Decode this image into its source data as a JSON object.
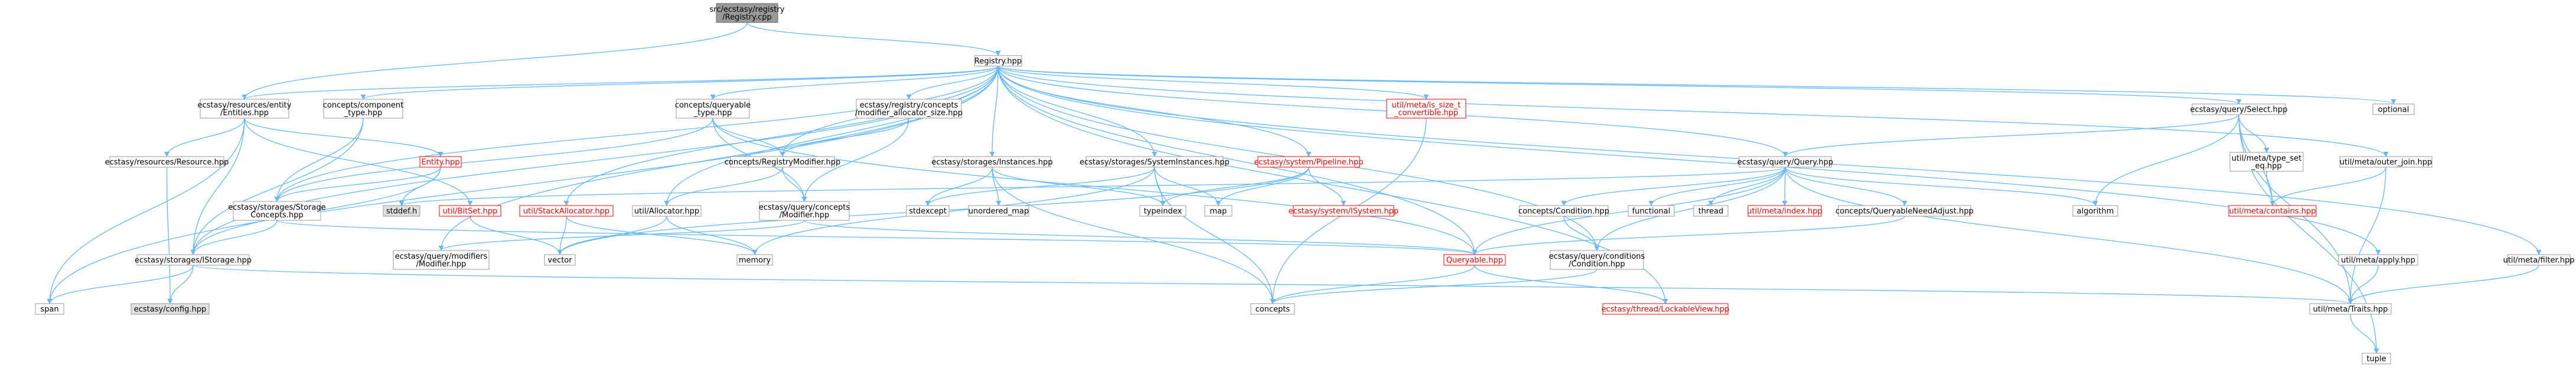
{
  "nodes": {
    "n_root": {
      "lines": [
        "src/ecstasy/registry",
        "/Registry.cpp"
      ],
      "style": "root"
    },
    "n_registry": {
      "lines": [
        "Registry.hpp"
      ],
      "style": "normal"
    },
    "n_entities": {
      "lines": [
        "ecstasy/resources/entity",
        "/Entities.hpp"
      ],
      "style": "normal"
    },
    "n_component": {
      "lines": [
        "concepts/component",
        "_type.hpp"
      ],
      "style": "normal"
    },
    "n_queryable_type": {
      "lines": [
        "concepts/queryable",
        "_type.hpp"
      ],
      "style": "normal"
    },
    "n_modalloc": {
      "lines": [
        "ecstasy/registry/concepts",
        "/modifier_allocator_size.hpp"
      ],
      "style": "normal"
    },
    "n_issize": {
      "lines": [
        "util/meta/is_size_t",
        "_convertible.hpp"
      ],
      "style": "red"
    },
    "n_select": {
      "lines": [
        "ecstasy/query/Select.hpp"
      ],
      "style": "normal"
    },
    "n_optional": {
      "lines": [
        "optional"
      ],
      "style": "normal"
    },
    "n_resource": {
      "lines": [
        "ecstasy/resources/Resource.hpp"
      ],
      "style": "normal"
    },
    "n_entity": {
      "lines": [
        "Entity.hpp"
      ],
      "style": "red"
    },
    "n_regmod": {
      "lines": [
        "concepts/RegistryModifier.hpp"
      ],
      "style": "normal"
    },
    "n_instances": {
      "lines": [
        "ecstasy/storages/Instances.hpp"
      ],
      "style": "normal"
    },
    "n_sysinst": {
      "lines": [
        "ecstasy/storages/SystemInstances.hpp"
      ],
      "style": "normal"
    },
    "n_pipeline": {
      "lines": [
        "ecstasy/system/Pipeline.hpp"
      ],
      "style": "red"
    },
    "n_query": {
      "lines": [
        "ecstasy/query/Query.hpp"
      ],
      "style": "normal"
    },
    "n_typeset": {
      "lines": [
        "util/meta/type_set",
        "_eq.hpp"
      ],
      "style": "normal"
    },
    "n_outerjoin": {
      "lines": [
        "util/meta/outer_join.hpp"
      ],
      "style": "normal"
    },
    "n_stddef": {
      "lines": [
        "stddef.h"
      ],
      "style": "gray"
    },
    "n_bitset": {
      "lines": [
        "util/BitSet.hpp"
      ],
      "style": "red"
    },
    "n_stackalloc": {
      "lines": [
        "util/StackAllocator.hpp"
      ],
      "style": "red"
    },
    "n_allocator": {
      "lines": [
        "util/Allocator.hpp"
      ],
      "style": "normal"
    },
    "n_stdexcept": {
      "lines": [
        "stdexcept"
      ],
      "style": "normal"
    },
    "n_unordered": {
      "lines": [
        "unordered_map"
      ],
      "style": "normal"
    },
    "n_typeindex": {
      "lines": [
        "typeindex"
      ],
      "style": "normal"
    },
    "n_map": {
      "lines": [
        "map"
      ],
      "style": "normal"
    },
    "n_isystem": {
      "lines": [
        "ecstasy/system/ISystem.hpp"
      ],
      "style": "red"
    },
    "n_condition": {
      "lines": [
        "concepts/Condition.hpp"
      ],
      "style": "normal"
    },
    "n_functional": {
      "lines": [
        "functional"
      ],
      "style": "normal"
    },
    "n_thread": {
      "lines": [
        "thread"
      ],
      "style": "normal"
    },
    "n_index": {
      "lines": [
        "util/meta/index.hpp"
      ],
      "style": "red"
    },
    "n_qnadjust": {
      "lines": [
        "concepts/QueryableNeedAdjust.hpp"
      ],
      "style": "normal"
    },
    "n_algorithm": {
      "lines": [
        "algorithm"
      ],
      "style": "normal"
    },
    "n_contains": {
      "lines": [
        "util/meta/contains.hpp"
      ],
      "style": "red"
    },
    "n_storageconcepts": {
      "lines": [
        "ecstasy/storages/Storage",
        "Concepts.hpp"
      ],
      "style": "normal"
    },
    "n_querymod": {
      "lines": [
        "ecstasy/query/concepts",
        "/Modifier.hpp"
      ],
      "style": "normal"
    },
    "n_istorage": {
      "lines": [
        "ecstasy/storages/IStorage.hpp"
      ],
      "style": "normal"
    },
    "n_modifiers": {
      "lines": [
        "ecstasy/query/modifiers",
        "/Modifier.hpp"
      ],
      "style": "normal"
    },
    "n_vector": {
      "lines": [
        "vector"
      ],
      "style": "normal"
    },
    "n_memory": {
      "lines": [
        "memory"
      ],
      "style": "normal"
    },
    "n_queryable": {
      "lines": [
        "Queryable.hpp"
      ],
      "style": "red"
    },
    "n_qcondition": {
      "lines": [
        "ecstasy/query/conditions",
        "/Condition.hpp"
      ],
      "style": "normal"
    },
    "n_apply": {
      "lines": [
        "util/meta/apply.hpp"
      ],
      "style": "normal"
    },
    "n_filter": {
      "lines": [
        "util/meta/filter.hpp"
      ],
      "style": "normal"
    },
    "n_span": {
      "lines": [
        "span"
      ],
      "style": "normal"
    },
    "n_config": {
      "lines": [
        "ecstasy/config.hpp"
      ],
      "style": "gray"
    },
    "n_concepts": {
      "lines": [
        "concepts"
      ],
      "style": "normal"
    },
    "n_lockable": {
      "lines": [
        "ecstasy/thread/LockableView.hpp"
      ],
      "style": "red"
    },
    "n_traits": {
      "lines": [
        "util/meta/Traits.hpp"
      ],
      "style": "normal"
    },
    "n_tuple": {
      "lines": [
        "tuple"
      ],
      "style": "normal"
    }
  },
  "edges": [
    [
      "n_root",
      "n_registry"
    ],
    [
      "n_root",
      "n_entities"
    ],
    [
      "n_registry",
      "n_entities"
    ],
    [
      "n_registry",
      "n_component"
    ],
    [
      "n_registry",
      "n_queryable_type"
    ],
    [
      "n_registry",
      "n_modalloc"
    ],
    [
      "n_registry",
      "n_issize"
    ],
    [
      "n_registry",
      "n_select"
    ],
    [
      "n_registry",
      "n_optional"
    ],
    [
      "n_registry",
      "n_regmod"
    ],
    [
      "n_registry",
      "n_instances"
    ],
    [
      "n_registry",
      "n_sysinst"
    ],
    [
      "n_registry",
      "n_pipeline"
    ],
    [
      "n_registry",
      "n_query"
    ],
    [
      "n_registry",
      "n_outerjoin"
    ],
    [
      "n_registry",
      "n_filter"
    ],
    [
      "n_registry",
      "n_apply"
    ],
    [
      "n_registry",
      "n_span"
    ],
    [
      "n_registry",
      "n_istorage"
    ],
    [
      "n_registry",
      "n_storageconcepts"
    ],
    [
      "n_registry",
      "n_stackalloc"
    ],
    [
      "n_registry",
      "n_allocator"
    ],
    [
      "n_registry",
      "n_lockable"
    ],
    [
      "n_registry",
      "n_qcondition"
    ],
    [
      "n_registry",
      "n_queryable"
    ],
    [
      "n_registry",
      "n_modifiers"
    ],
    [
      "n_entities",
      "n_resource"
    ],
    [
      "n_entities",
      "n_entity"
    ],
    [
      "n_entities",
      "n_bitset"
    ],
    [
      "n_entities",
      "n_span"
    ],
    [
      "n_entities",
      "n_istorage"
    ],
    [
      "n_entity",
      "n_stddef"
    ],
    [
      "n_entity",
      "n_storageconcepts"
    ],
    [
      "n_entity",
      "n_istorage"
    ],
    [
      "n_resource",
      "n_config"
    ],
    [
      "n_component",
      "n_storageconcepts"
    ],
    [
      "n_component",
      "n_istorage"
    ],
    [
      "n_queryable_type",
      "n_regmod"
    ],
    [
      "n_queryable_type",
      "n_querymod"
    ],
    [
      "n_queryable_type",
      "n_queryable"
    ],
    [
      "n_queryable_type",
      "n_storageconcepts"
    ],
    [
      "n_modalloc",
      "n_regmod"
    ],
    [
      "n_modalloc",
      "n_querymod"
    ],
    [
      "n_regmod",
      "n_querymod"
    ],
    [
      "n_regmod",
      "n_allocator"
    ],
    [
      "n_instances",
      "n_stdexcept"
    ],
    [
      "n_instances",
      "n_unordered"
    ],
    [
      "n_instances",
      "n_typeindex"
    ],
    [
      "n_instances",
      "n_concepts"
    ],
    [
      "n_sysinst",
      "n_stdexcept"
    ],
    [
      "n_sysinst",
      "n_typeindex"
    ],
    [
      "n_sysinst",
      "n_map"
    ],
    [
      "n_sysinst",
      "n_memory"
    ],
    [
      "n_sysinst",
      "n_concepts"
    ],
    [
      "n_pipeline",
      "n_map"
    ],
    [
      "n_pipeline",
      "n_isystem"
    ],
    [
      "n_pipeline",
      "n_typeindex"
    ],
    [
      "n_pipeline",
      "n_vector"
    ],
    [
      "n_select",
      "n_query"
    ],
    [
      "n_select",
      "n_typeset"
    ],
    [
      "n_select",
      "n_contains"
    ],
    [
      "n_select",
      "n_algorithm"
    ],
    [
      "n_select",
      "n_tuple"
    ],
    [
      "n_select",
      "n_traits"
    ],
    [
      "n_query",
      "n_condition"
    ],
    [
      "n_query",
      "n_functional"
    ],
    [
      "n_query",
      "n_thread"
    ],
    [
      "n_query",
      "n_index"
    ],
    [
      "n_query",
      "n_qnadjust"
    ],
    [
      "n_query",
      "n_algorithm"
    ],
    [
      "n_query",
      "n_qcondition"
    ],
    [
      "n_query",
      "n_queryable"
    ],
    [
      "n_query",
      "n_traits"
    ],
    [
      "n_query",
      "n_stddef"
    ],
    [
      "n_typeset",
      "n_contains"
    ],
    [
      "n_outerjoin",
      "n_contains"
    ],
    [
      "n_outerjoin",
      "n_traits"
    ],
    [
      "n_condition",
      "n_qcondition"
    ],
    [
      "n_qnadjust",
      "n_queryable"
    ],
    [
      "n_storageconcepts",
      "n_istorage"
    ],
    [
      "n_storageconcepts",
      "n_queryable"
    ],
    [
      "n_querymod",
      "n_modifiers"
    ],
    [
      "n_querymod",
      "n_queryable"
    ],
    [
      "n_istorage",
      "n_span"
    ],
    [
      "n_istorage",
      "n_config"
    ],
    [
      "n_istorage",
      "n_traits"
    ],
    [
      "n_bitset",
      "n_vector"
    ],
    [
      "n_stackalloc",
      "n_vector"
    ],
    [
      "n_stackalloc",
      "n_memory"
    ],
    [
      "n_allocator",
      "n_vector"
    ],
    [
      "n_allocator",
      "n_memory"
    ],
    [
      "n_queryable",
      "n_concepts"
    ],
    [
      "n_queryable",
      "n_lockable"
    ],
    [
      "n_qcondition",
      "n_concepts"
    ],
    [
      "n_issize",
      "n_concepts"
    ],
    [
      "n_apply",
      "n_traits"
    ],
    [
      "n_filter",
      "n_traits"
    ],
    [
      "n_traits",
      "n_tuple"
    ]
  ]
}
